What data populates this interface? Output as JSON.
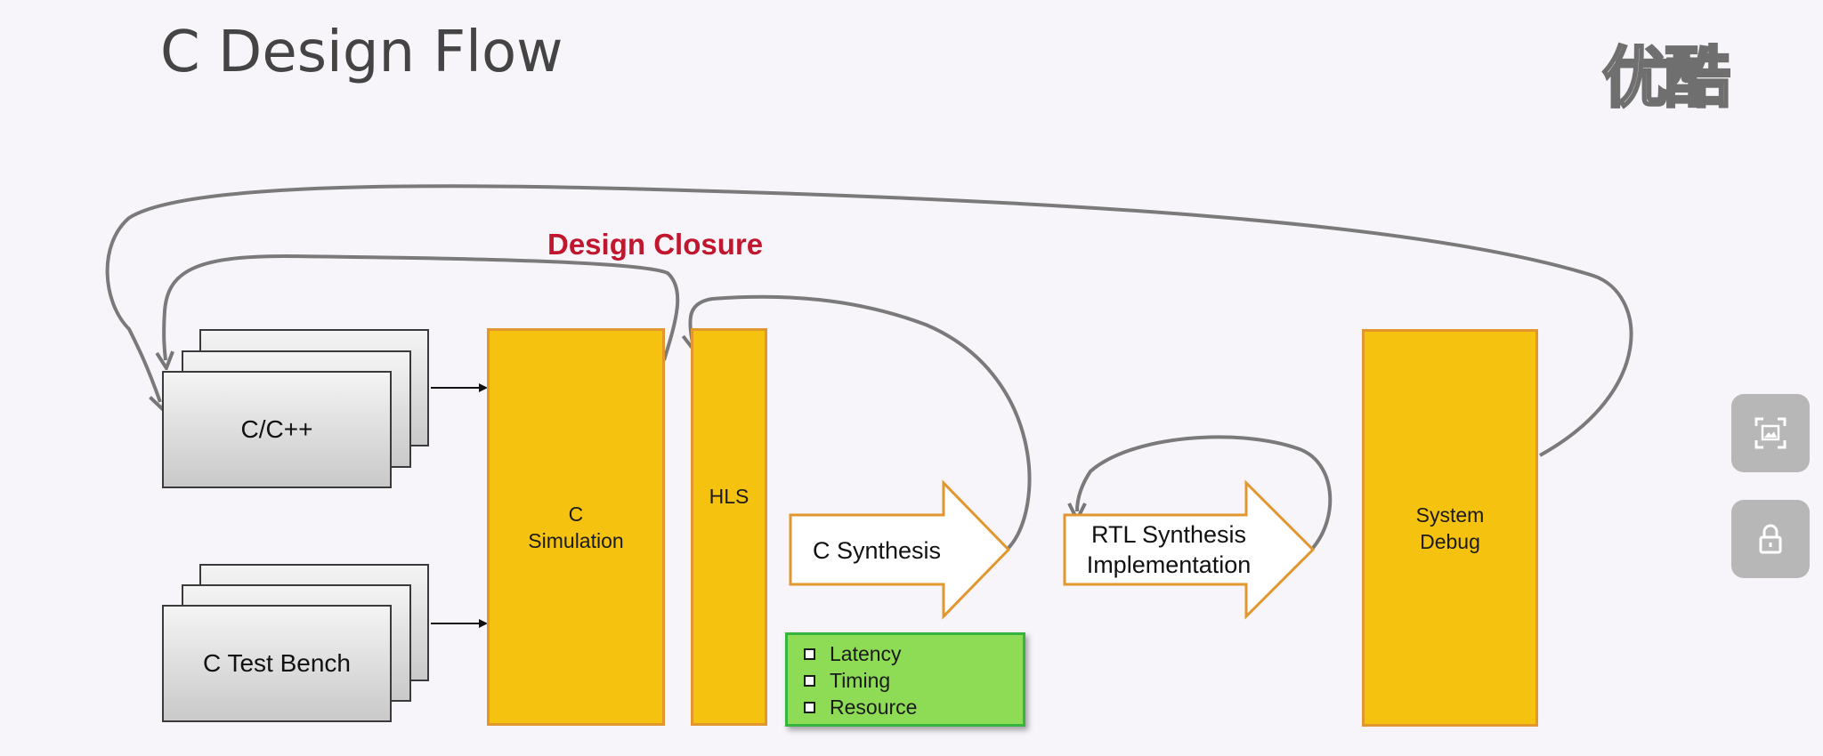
{
  "slide": {
    "title": "C Design Flow",
    "watermark": "优酷"
  },
  "diagram": {
    "closure_label": "Design Closure",
    "inputs": [
      {
        "label": "C/C++"
      },
      {
        "label": "C Test Bench"
      }
    ],
    "blocks": {
      "c_simulation": "C\nSimulation",
      "hls": "HLS",
      "system_debug": "System\nDebug"
    },
    "arrows": {
      "c_synthesis": "C Synthesis",
      "rtl_synthesis": "RTL Synthesis\nImplementation"
    },
    "metrics": [
      "Latency",
      "Timing",
      "Resource"
    ],
    "colors": {
      "block_fill": "#f5c30f",
      "block_border": "#e2972e",
      "metrics_fill": "#8edb55",
      "closure_text": "#c0172f"
    }
  },
  "controls": [
    {
      "icon": "screenshot-icon"
    },
    {
      "icon": "lock-icon"
    }
  ]
}
